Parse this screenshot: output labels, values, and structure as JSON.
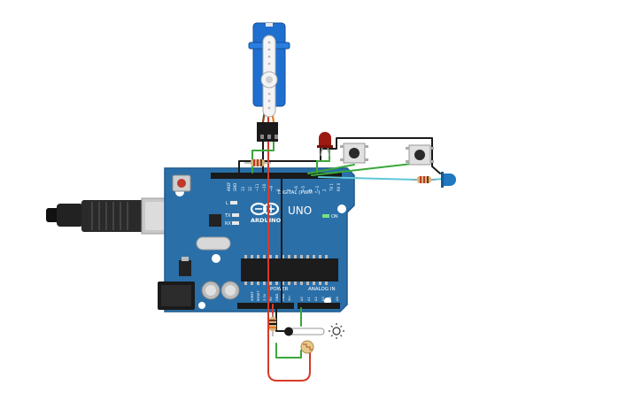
{
  "board": {
    "brand": "ARDUINO",
    "model": "UNO",
    "digital_label": "DIGITAL (PWM ~)",
    "on_label": "ON",
    "power_label": "POWER",
    "analog_label": "ANALOG IN",
    "led_l": "L",
    "led_tx": "TX",
    "led_rx": "RX",
    "digital_pins": [
      "AREF",
      "GND",
      "13",
      "12",
      "~11",
      "~10",
      "~9",
      "8",
      "7",
      "~6",
      "~5",
      "4",
      "~3",
      "2",
      "TX 1",
      "RX 0"
    ],
    "power_pins": [
      "IOREF",
      "RESET",
      "3.3V",
      "5V",
      "GND",
      "GND",
      "Vin"
    ],
    "analog_pins": [
      "A0",
      "A1",
      "A2",
      "A3",
      "A4",
      "A5"
    ]
  },
  "colors": {
    "board": "#2a6fa8",
    "board_edge": "#1f5a8c",
    "wire_black": "#1b1b1b",
    "wire_red": "#d63a2a",
    "wire_green": "#3aa83a",
    "wire_cyan": "#5ec8d8",
    "wire_orange": "#e87a1e",
    "servo_body": "#1f6fd0",
    "led_red": "#9c1a12",
    "led_blue": "#1f78c0"
  },
  "icons": {
    "light_source": "sun-icon"
  }
}
